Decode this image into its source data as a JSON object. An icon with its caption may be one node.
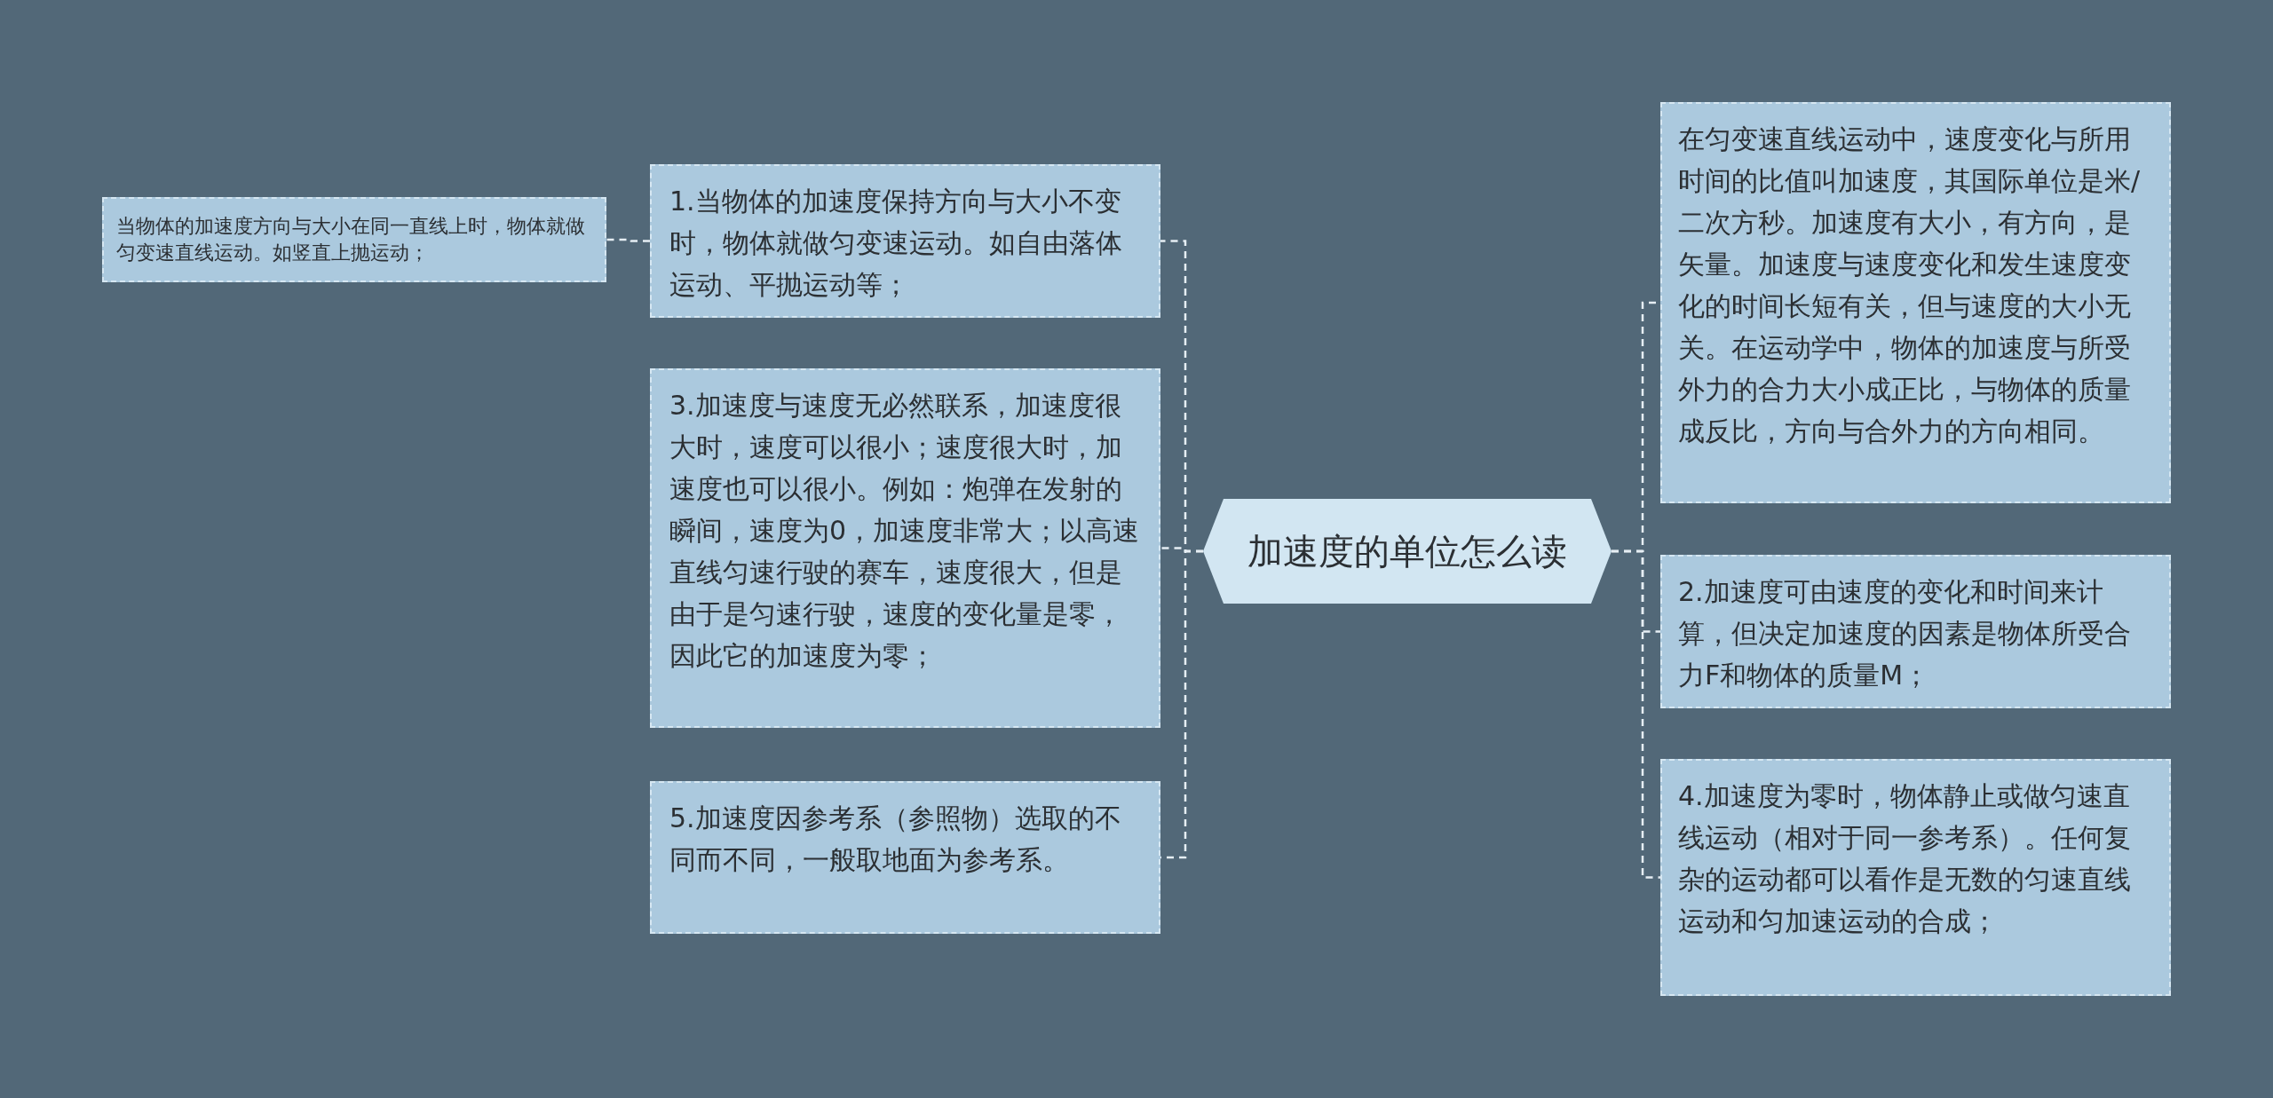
{
  "diagram": {
    "nodes": [
      {
        "text": [
          "加速度的单位怎么读"
        ]
      },
      {
        "text": [
          "1.当物体的加速度保持方向与大小不变时，物体就做匀变速运动。如自由落体运动、平抛运动等；"
        ]
      },
      {
        "text": [
          "当物体的加速度方向与大小在同一直线上时，物体就做匀变速直线运动。如竖直上抛运动；"
        ]
      },
      {
        "text": [
          "3.加速度与速度无必然联系，加速度很大时，速度可以很小；速度很大时，加速度也可以很小。例如：炮弹在发射的瞬间，速度为0，加速度非常大；以高速直线匀速行驶的赛车，速度很大，但是由于是匀速行驶，速度的变化量是零，因此它的加速度为零；"
        ]
      },
      {
        "text": [
          "5.加速度因参考系（参照物）选取的不同而不同，一般取地面为参考系。"
        ]
      },
      {
        "text": [
          "在匀变速直线运动中，速度变化与所用时间的比值叫加速度，其国际单位是米/二次方秒。加速度有大小，有方向，是矢量。加速度与速度变化和发生速度变化的时间长短有关，但与速度的大小无关。在运动学中，物体的加速度与所受外力的合力大小成正比，与物体的质量成反比，方向与合外力的方向相同。"
        ]
      },
      {
        "text": [
          "2.加速度可由速度的变化和时间来计算，但决定加速度的因素是物体所受合力F和物体的质量M；"
        ]
      },
      {
        "text": [
          "4.加速度为零时，物体静止或做匀速直线运动（相对于同一参考系）。任何复杂的运动都可以看作是无数的匀速直线运动和匀加速运动的合成；"
        ]
      }
    ],
    "edges": [
      {
        "from": 0,
        "to": 1,
        "arrow": "none"
      },
      {
        "from": 1,
        "to": 2,
        "arrow": "none"
      },
      {
        "from": 0,
        "to": 3,
        "arrow": "none"
      },
      {
        "from": 0,
        "to": 4,
        "arrow": "none"
      },
      {
        "from": 0,
        "to": 5,
        "arrow": "none"
      },
      {
        "from": 0,
        "to": 6,
        "arrow": "none"
      },
      {
        "from": 0,
        "to": 7,
        "arrow": "none"
      }
    ]
  }
}
